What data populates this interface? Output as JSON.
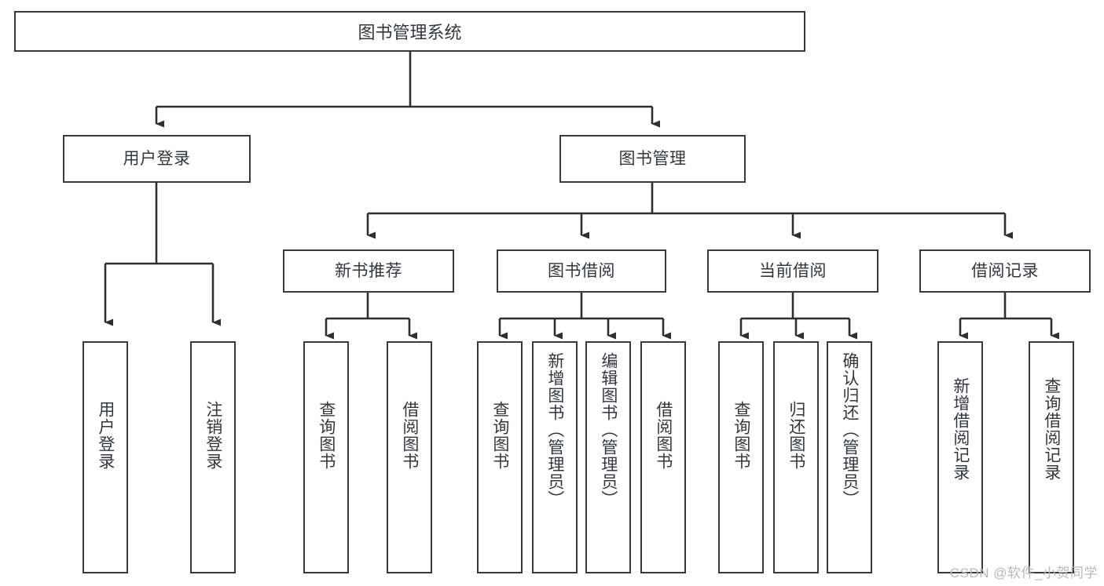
{
  "diagram": {
    "title": "图书管理系统",
    "type": "tree",
    "watermark": "CSDN @软件_小贺同学",
    "colors": {
      "border": "#3a3a3a",
      "text": "#33373d",
      "background": "#ffffff",
      "watermark": "#b9b9b9"
    },
    "nodes": {
      "root": {
        "label": "图书管理系统"
      },
      "level1": [
        {
          "id": "user-login",
          "label": "用户登录"
        },
        {
          "id": "book-management",
          "label": "图书管理"
        }
      ],
      "level2": [
        {
          "id": "new-book-recommend",
          "label": "新书推荐"
        },
        {
          "id": "book-borrow",
          "label": "图书借阅"
        },
        {
          "id": "current-borrow",
          "label": "当前借阅"
        },
        {
          "id": "borrow-record",
          "label": "借阅记录"
        }
      ],
      "leaves": {
        "user_login": [
          {
            "id": "leaf-user-login",
            "label": "用户登录"
          },
          {
            "id": "leaf-logout-login",
            "label": "注销登录"
          }
        ],
        "new_book_recommend": [
          {
            "id": "leaf-query-book-1",
            "label": "查询图书"
          },
          {
            "id": "leaf-borrow-book-1",
            "label": "借阅图书"
          }
        ],
        "book_borrow": [
          {
            "id": "leaf-query-book-2",
            "label": "查询图书"
          },
          {
            "id": "leaf-add-book",
            "label": "新增图书（管理员）"
          },
          {
            "id": "leaf-edit-book",
            "label": "编辑图书（管理员）"
          },
          {
            "id": "leaf-borrow-book-2",
            "label": "借阅图书"
          }
        ],
        "current_borrow": [
          {
            "id": "leaf-query-book-3",
            "label": "查询图书"
          },
          {
            "id": "leaf-return-book",
            "label": "归还图书"
          },
          {
            "id": "leaf-confirm-return",
            "label": "确认归还（管理员）"
          }
        ],
        "borrow_record": [
          {
            "id": "leaf-add-record",
            "label": "新增借阅记录"
          },
          {
            "id": "leaf-query-record",
            "label": "查询借阅记录"
          }
        ]
      }
    }
  }
}
